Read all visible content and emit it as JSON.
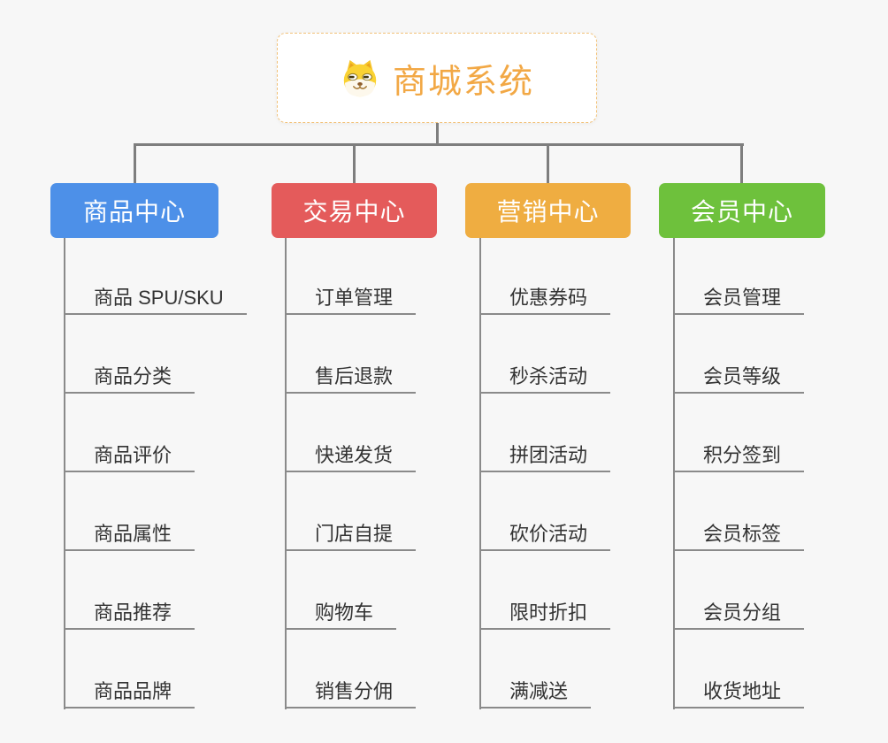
{
  "page": {
    "background_color": "#f7f7f7",
    "connector_color": "#7e7e7e",
    "underline_color": "#8a8a8a"
  },
  "root": {
    "title": "商城系统",
    "icon": "shiba-dog-icon",
    "text_color": "#f2a845",
    "border_color": "#f2c27a"
  },
  "branches": [
    {
      "label": "商品中心",
      "color": "#4d90e8",
      "children": [
        "商品 SPU/SKU",
        "商品分类",
        "商品评价",
        "商品属性",
        "商品推荐",
        "商品品牌"
      ]
    },
    {
      "label": "交易中心",
      "color": "#e45b5b",
      "children": [
        "订单管理",
        "售后退款",
        "快递发货",
        "门店自提",
        "购物车",
        "销售分佣"
      ]
    },
    {
      "label": "营销中心",
      "color": "#efad41",
      "children": [
        "优惠券码",
        "秒杀活动",
        "拼团活动",
        "砍价活动",
        "限时折扣",
        "满减送"
      ]
    },
    {
      "label": "会员中心",
      "color": "#6ec13c",
      "children": [
        "会员管理",
        "会员等级",
        "积分签到",
        "会员标签",
        "会员分组",
        "收货地址"
      ]
    }
  ]
}
